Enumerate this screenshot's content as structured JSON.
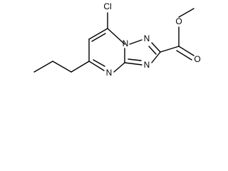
{
  "molecule": {
    "atoms": {
      "chlorine": "Cl",
      "ring_nitrogen_bridgehead": "N",
      "ring_nitrogen_triazole_top": "N",
      "ring_nitrogen_triazole_bottom": "N",
      "ring_nitrogen_pyrimidine": "N",
      "ester_oxygen_carbonyl": "O",
      "ester_oxygen_methoxy": "O"
    },
    "colors": {
      "bond": "#000000",
      "label": "#000000",
      "background": "#ffffff"
    }
  }
}
